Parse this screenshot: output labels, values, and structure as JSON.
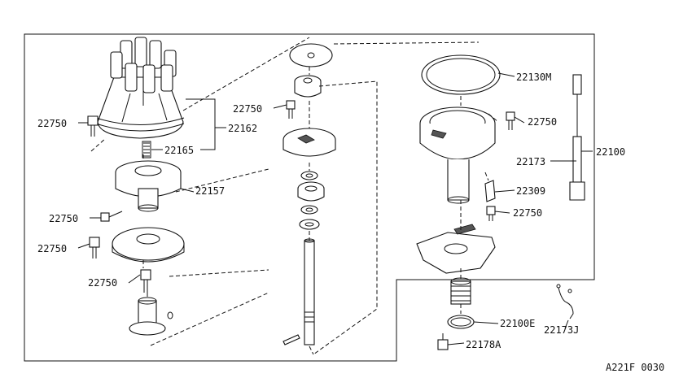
{
  "labels": {
    "p22750_a": "22750",
    "p22162": "22162",
    "p22165": "22165",
    "p22157": "22157",
    "p22750_b": "22750",
    "p22750_c": "22750",
    "p22750_d": "22750",
    "p22750_e": "22750",
    "p22130M": "22130M",
    "p22750_f": "22750",
    "p22173": "22173",
    "p22100": "22100",
    "p22309": "22309",
    "p22750_g": "22750",
    "p22100E": "22100E",
    "p22173J": "22173J",
    "p22178A": "22178A"
  },
  "figure_code": "A221F 0030"
}
